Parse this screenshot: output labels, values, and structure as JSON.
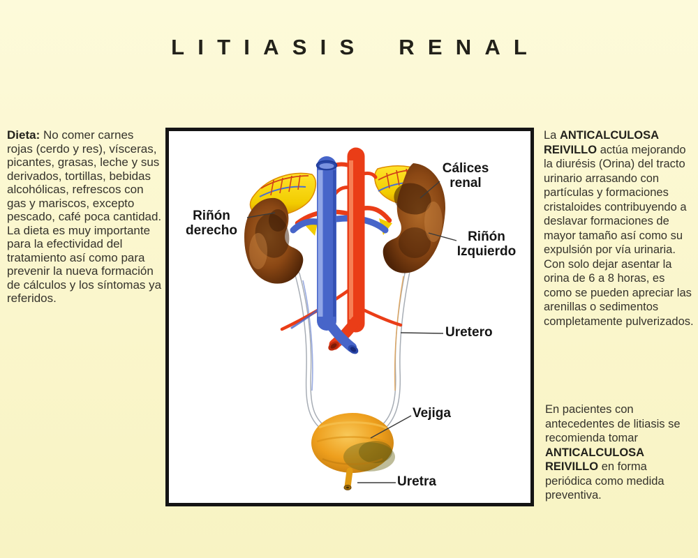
{
  "page": {
    "title": "LITIASIS RENAL",
    "background_color": "#fbf7cf",
    "text_color": "#35332c"
  },
  "left_column": {
    "diet_label": "Dieta:",
    "diet_text": "No comer carnes rojas (cerdo y res), vísceras, picantes, grasas, leche y sus derivados, tortillas, bebidas alcohólicas, refrescos con gas y mariscos, excepto pescado, café poca cantidad.",
    "diet_note": "La dieta es muy importante para la efectividad del tratamiento así como para prevenir la nueva formación de cálculos y los síntomas ya referidos."
  },
  "diagram": {
    "labels": {
      "calices": "Cálices renal",
      "right_kidney": "Riñón derecho",
      "left_kidney": "Riñón Izquierdo",
      "ureter": "Uretero",
      "bladder": "Vejiga",
      "urethra": "Uretra"
    },
    "colors": {
      "frame_border": "#141414",
      "kidney_brown": "#8a4714",
      "adrenal_yellow": "#f2cc00",
      "vein_blue": "#4765c9",
      "artery_red": "#ea3d17",
      "bladder_orange": "#efa21f"
    }
  },
  "right_column": {
    "intro_prefix": "La",
    "brand": "ANTICALCULOSA REIVILLO",
    "intro_text": "actúa mejorando la diurésis (Orina) del tracto urinario arrasando con partículas y formaciones cristaloides contribuyendo a deslavar formaciones de mayor tamaño así como su expulsión por vía urinaria. Con solo dejar asentar la orina de 6 a 8 horas, es como se pueden apreciar las arenillas o sedimentos completamente pulverizados.",
    "note_prefix": "En pacientes con antecedentes de litiasis se recomienda tomar",
    "note_brand": "ANTICALCULOSA REIVILLO",
    "note_suffix": "en forma periódica como medida preventiva."
  }
}
